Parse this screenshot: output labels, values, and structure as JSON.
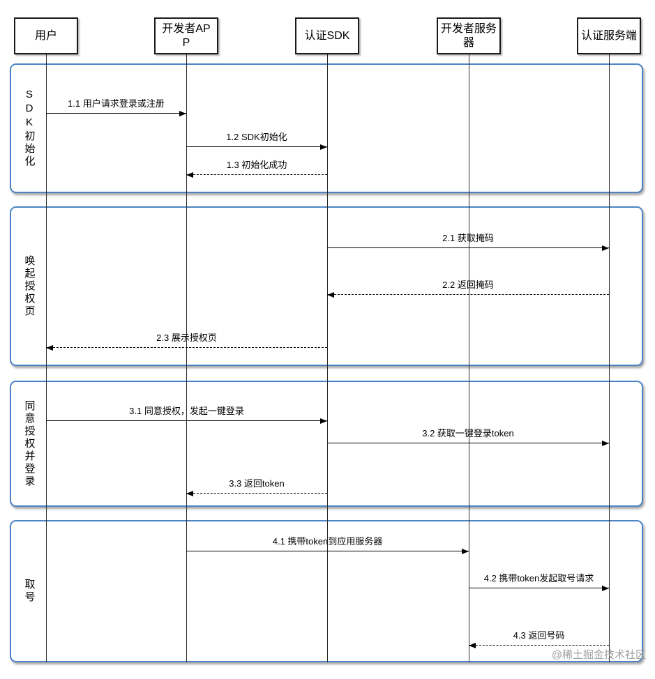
{
  "diagram": {
    "type": "sequence",
    "actors": [
      {
        "label": "用户"
      },
      {
        "label": "开发者APP"
      },
      {
        "label": "认证SDK"
      },
      {
        "label": "开发者服务器"
      },
      {
        "label": "认证服务端"
      }
    ],
    "phases": [
      {
        "label": "SDK初始化"
      },
      {
        "label": "唤起授权页"
      },
      {
        "label": "同意授权并登录"
      },
      {
        "label": "取号"
      }
    ],
    "messages": [
      {
        "label": "1.1 用户请求登录或注册",
        "from": "用户",
        "to": "开发者APP",
        "line": "solid"
      },
      {
        "label": "1.2 SDK初始化",
        "from": "开发者APP",
        "to": "认证SDK",
        "line": "solid"
      },
      {
        "label": "1.3 初始化成功",
        "from": "认证SDK",
        "to": "开发者APP",
        "line": "dashed"
      },
      {
        "label": "2.1 获取掩码",
        "from": "认证SDK",
        "to": "认证服务端",
        "line": "solid"
      },
      {
        "label": "2.2 返回掩码",
        "from": "认证服务端",
        "to": "认证SDK",
        "line": "dashed"
      },
      {
        "label": "2.3 展示授权页",
        "from": "认证SDK",
        "to": "用户",
        "line": "dashed"
      },
      {
        "label": "3.1 同意授权，发起一键登录",
        "from": "用户",
        "to": "认证SDK",
        "line": "solid"
      },
      {
        "label": "3.2 获取一键登录token",
        "from": "认证SDK",
        "to": "认证服务端",
        "line": "solid"
      },
      {
        "label": "3.3 返回token",
        "from": "认证SDK",
        "to": "开发者APP",
        "line": "dashed"
      },
      {
        "label": "4.1 携带token到应用服务器",
        "from": "开发者APP",
        "to": "开发者服务器",
        "line": "solid"
      },
      {
        "label": "4.2 携带token发起取号请求",
        "from": "开发者服务器",
        "to": "认证服务端",
        "line": "solid"
      },
      {
        "label": "4.3 返回号码",
        "from": "认证服务端",
        "to": "开发者服务器",
        "line": "dashed"
      }
    ],
    "watermark": "@稀土掘金技术社区",
    "colors": {
      "frame_border": "#4a84c4",
      "line": "#000000",
      "watermark": "#9e9e9e"
    }
  }
}
